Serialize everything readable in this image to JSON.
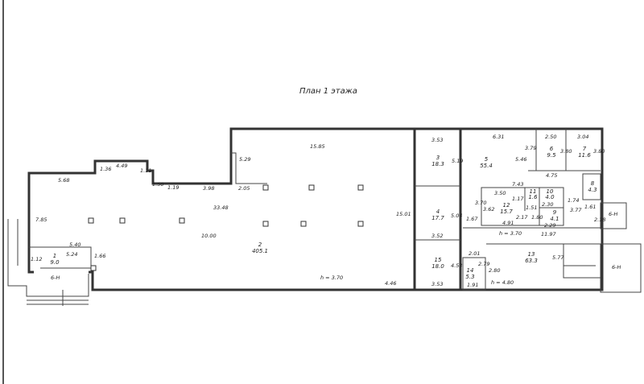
{
  "title": "План 1 этажа",
  "heights": [
    "h = 3.70",
    "h = 3.70",
    "h = 4.80"
  ],
  "exits": [
    "6-Н",
    "6-Н",
    "6-Н"
  ],
  "rooms": [
    {
      "number": "1",
      "area": "9.0"
    },
    {
      "number": "2",
      "area": "405.1"
    },
    {
      "number": "3",
      "area": "18.3"
    },
    {
      "number": "4",
      "area": "17.7"
    },
    {
      "number": "15",
      "area": "18.0"
    },
    {
      "number": "5",
      "area": "55.4"
    },
    {
      "number": "6",
      "area": "9.5"
    },
    {
      "number": "7",
      "area": "11.6"
    },
    {
      "number": "8",
      "area": "4.3"
    },
    {
      "number": "12",
      "area": "15.7"
    },
    {
      "number": "11",
      "area": "1.6"
    },
    {
      "number": "10",
      "area": "4.0"
    },
    {
      "number": "9",
      "area": "4.1"
    },
    {
      "number": "13",
      "area": "63.3"
    },
    {
      "number": "14",
      "area": "5.3"
    }
  ],
  "dimensions": [
    "5.68",
    "4.49",
    "1.36",
    "1.11",
    "1.50",
    "1.19",
    "3.98",
    "7.85",
    "5.40",
    "5.24",
    "1.12",
    "1.66",
    "33.48",
    "10.00",
    "2.05",
    "5.29",
    "15.85",
    "15.01",
    "4.46",
    "3.53",
    "5.19",
    "5.04",
    "3.52",
    "4.53",
    "3.53",
    "6.31",
    "3.79",
    "5.46",
    "2.50",
    "3.80",
    "3.04",
    "3.80",
    "4.75",
    "7.43",
    "3.50",
    "1.17",
    "1.74",
    "3.62",
    "3.70",
    "2.30",
    "1.51",
    "3.77",
    "2.17",
    "1.80",
    "4.91",
    "2.29",
    "1.61",
    "1.67",
    "2.18",
    "11.97",
    "2.01",
    "2.79",
    "2.80",
    "1.91",
    "5.77"
  ]
}
